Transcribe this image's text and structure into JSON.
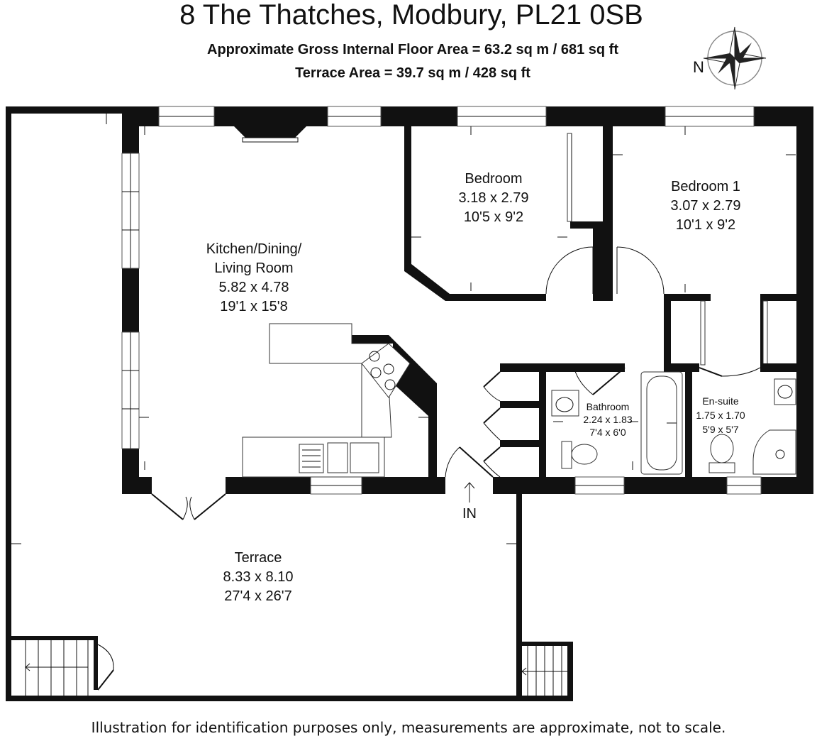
{
  "header": {
    "title": "8 The Thatches, Modbury, PL21 0SB",
    "floor_area": "Approximate Gross Internal Floor Area  = 63.2 sq m / 681 sq ft",
    "terrace_area": "Terrace Area = 39.7 sq m / 428 sq ft"
  },
  "compass": {
    "label": "N"
  },
  "rooms": {
    "bedroom": {
      "name": "Bedroom",
      "metric": "3.18 x 2.79",
      "imperial": "10'5 x 9'2"
    },
    "bedroom1": {
      "name": "Bedroom 1",
      "metric": "3.07 x 2.79",
      "imperial": "10'1 x 9'2"
    },
    "kitchen": {
      "name1": "Kitchen/Dining/",
      "name2": "Living Room",
      "metric": "5.82 x 4.78",
      "imperial": "19'1 x 15'8"
    },
    "bathroom": {
      "name": "Bathroom",
      "metric": "2.24 x 1.83",
      "imperial": "7'4 x 6'0"
    },
    "ensuite": {
      "name": "En-suite",
      "metric": "1.75 x 1.70",
      "imperial": "5'9 x 5'7"
    },
    "terrace": {
      "name": "Terrace",
      "metric": "8.33 x 8.10",
      "imperial": "27'4 x 26'7"
    }
  },
  "entrance": {
    "label": "IN"
  },
  "footer": {
    "disclaimer": "Illustration for identification purposes only, measurements are approximate, not to scale."
  }
}
